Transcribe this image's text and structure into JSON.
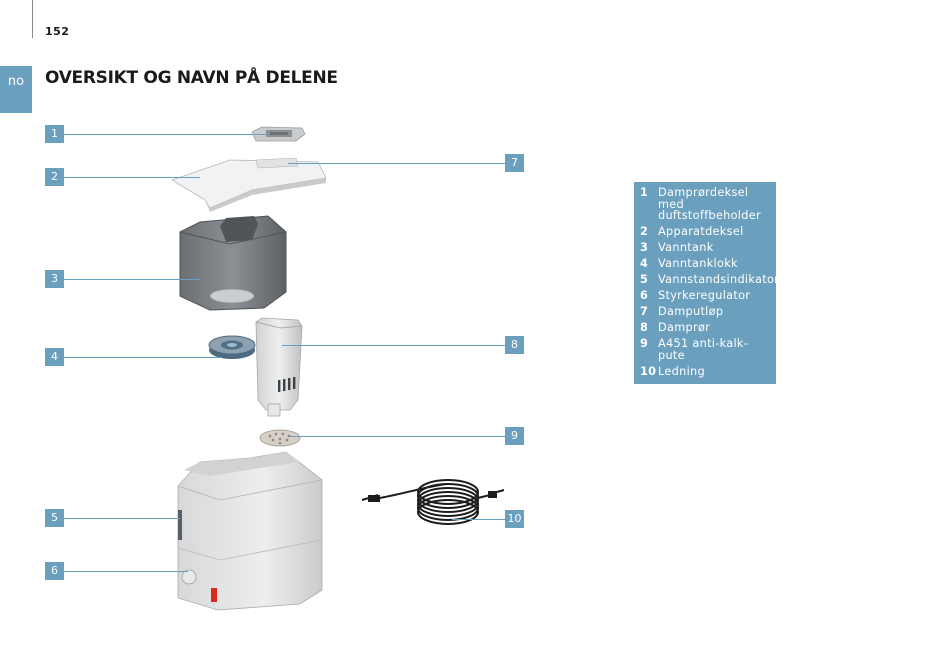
{
  "page_number": "152",
  "language_tab": "no",
  "title": "OVERSIKT OG NAVN PÅ DELENE",
  "callouts": [
    "1",
    "2",
    "3",
    "4",
    "5",
    "6",
    "7",
    "8",
    "9",
    "10"
  ],
  "parts": [
    {
      "num": "1",
      "label": "Damprørdeksel med duftstoffbeholder"
    },
    {
      "num": "2",
      "label": "Apparatdeksel"
    },
    {
      "num": "3",
      "label": "Vanntank"
    },
    {
      "num": "4",
      "label": "Vanntanklokk"
    },
    {
      "num": "5",
      "label": "Vannstandsindikator"
    },
    {
      "num": "6",
      "label": "Styrkeregulator"
    },
    {
      "num": "7",
      "label": "Damputløp"
    },
    {
      "num": "8",
      "label": "Damprør"
    },
    {
      "num": "9",
      "label": "A451 anti-kalk-pute"
    },
    {
      "num": "10",
      "label": "Ledning"
    }
  ],
  "colors": {
    "accent": "#6a9fbe",
    "text": "#1a1a1a",
    "power_light": "#d92a1c"
  }
}
